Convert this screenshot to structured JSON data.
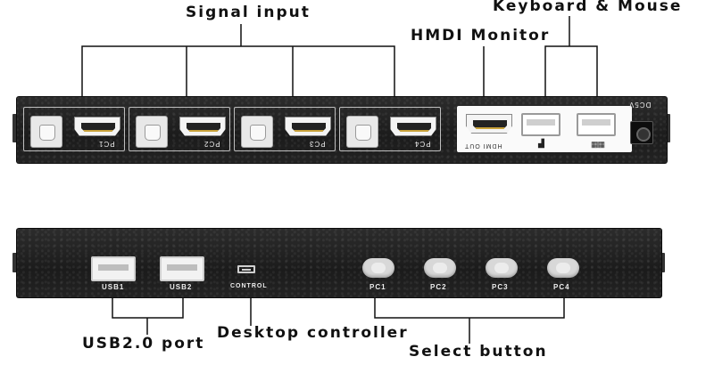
{
  "callouts": {
    "signal_input": "Signal input",
    "keyboard_mouse": "Keyboard & Mouse",
    "hdmi_monitor": "HMDI Monitor",
    "usb_port": "USB2.0 port",
    "desktop_controller": "Desktop controller",
    "select_button": "Select button"
  },
  "rear_panel": {
    "bays": [
      {
        "label": "PC1"
      },
      {
        "label": "PC2"
      },
      {
        "label": "PC3"
      },
      {
        "label": "PC4"
      }
    ],
    "hdmi_out_label": "HDMI OUT",
    "dc_label": "DC5V"
  },
  "front_panel": {
    "usb_ports": [
      {
        "label": "USB1"
      },
      {
        "label": "USB2"
      }
    ],
    "control_label": "CONTROL",
    "select_buttons": [
      {
        "label": "PC1"
      },
      {
        "label": "PC2"
      },
      {
        "label": "PC3"
      },
      {
        "label": "PC4"
      }
    ]
  },
  "icons": {
    "mouse": "mouse-icon",
    "keyboard": "keyboard-icon"
  }
}
